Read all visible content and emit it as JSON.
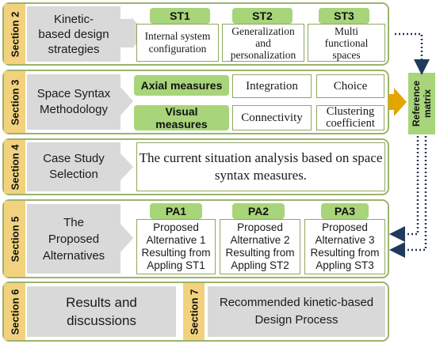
{
  "sections": {
    "s2": {
      "tag": "Section 2",
      "title_lines": [
        "Kinetic-",
        "based design",
        "strategies"
      ],
      "strategies": [
        {
          "code": "ST1",
          "lines": [
            "Internal system",
            "configuration"
          ]
        },
        {
          "code": "ST2",
          "lines": [
            "Generalization",
            "and",
            "personalization"
          ]
        },
        {
          "code": "ST3",
          "lines": [
            "Multi",
            "functional",
            "spaces"
          ]
        }
      ]
    },
    "s3": {
      "tag": "Section 3",
      "title_lines": [
        "Space Syntax",
        "Methodology"
      ],
      "axial": "Axial measures",
      "visual_lines": [
        "Visual",
        "measures"
      ],
      "integration": "Integration",
      "choice": "Choice",
      "connectivity": "Connectivity",
      "clustering_lines": [
        "Clustering",
        "coefficient"
      ]
    },
    "s4": {
      "tag": "Section 4",
      "title_lines": [
        "Case Study",
        "Selection"
      ],
      "analysis_lines": [
        "The current situation analysis based on space",
        "syntax measures."
      ]
    },
    "s5": {
      "tag": "Section 5",
      "title_lines": [
        "The",
        "Proposed",
        "Alternatives"
      ],
      "alternatives": [
        {
          "code": "PA1",
          "lines": [
            "Proposed",
            "Alternative 1",
            "Resulting from",
            "Appling ST1"
          ]
        },
        {
          "code": "PA2",
          "lines": [
            "Proposed",
            "Alternative 2",
            "Resulting from",
            "Appling ST2"
          ]
        },
        {
          "code": "PA3",
          "lines": [
            "Proposed",
            "Alternative 3",
            "Resulting from",
            "Appling ST3"
          ]
        }
      ]
    },
    "s6": {
      "tag": "Section 6",
      "title_lines": [
        "Results and",
        "discussions"
      ]
    },
    "s7": {
      "tag": "Section 7",
      "title_lines": [
        "Recommended kinetic-based",
        "Design Process"
      ]
    }
  },
  "reference_matrix_lines": [
    "Reference",
    "matrix"
  ],
  "colors": {
    "frame_border": "#9cb46c",
    "tag_yellow": "#f2d27e",
    "label_green": "#a8d47a",
    "gray_box": "#d9d9d9",
    "big_arrow": "#e3a500",
    "dotted_line": "#1f3a5c"
  }
}
